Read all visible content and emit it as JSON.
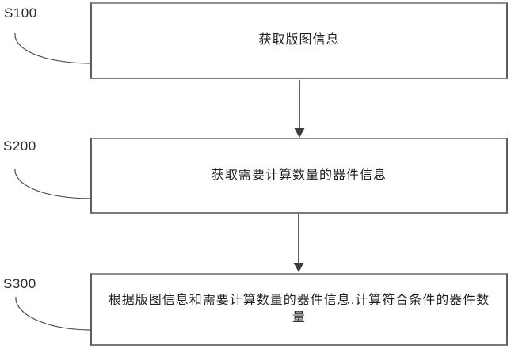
{
  "flowchart": {
    "steps": [
      {
        "id": "S100",
        "text": "获取版图信息"
      },
      {
        "id": "S200",
        "text": "获取需要计算数量的器件信息"
      },
      {
        "id": "S300",
        "text": "根据版图信息和需要计算数量的器件信息.计算符合条件的器件数量"
      }
    ],
    "colors": {
      "background": "#ffffff",
      "box_border": "#5e5e5e",
      "connector_line": "#4a4a4a",
      "arrowhead": "#3c3c3c",
      "text": "#1f1f1f"
    }
  }
}
